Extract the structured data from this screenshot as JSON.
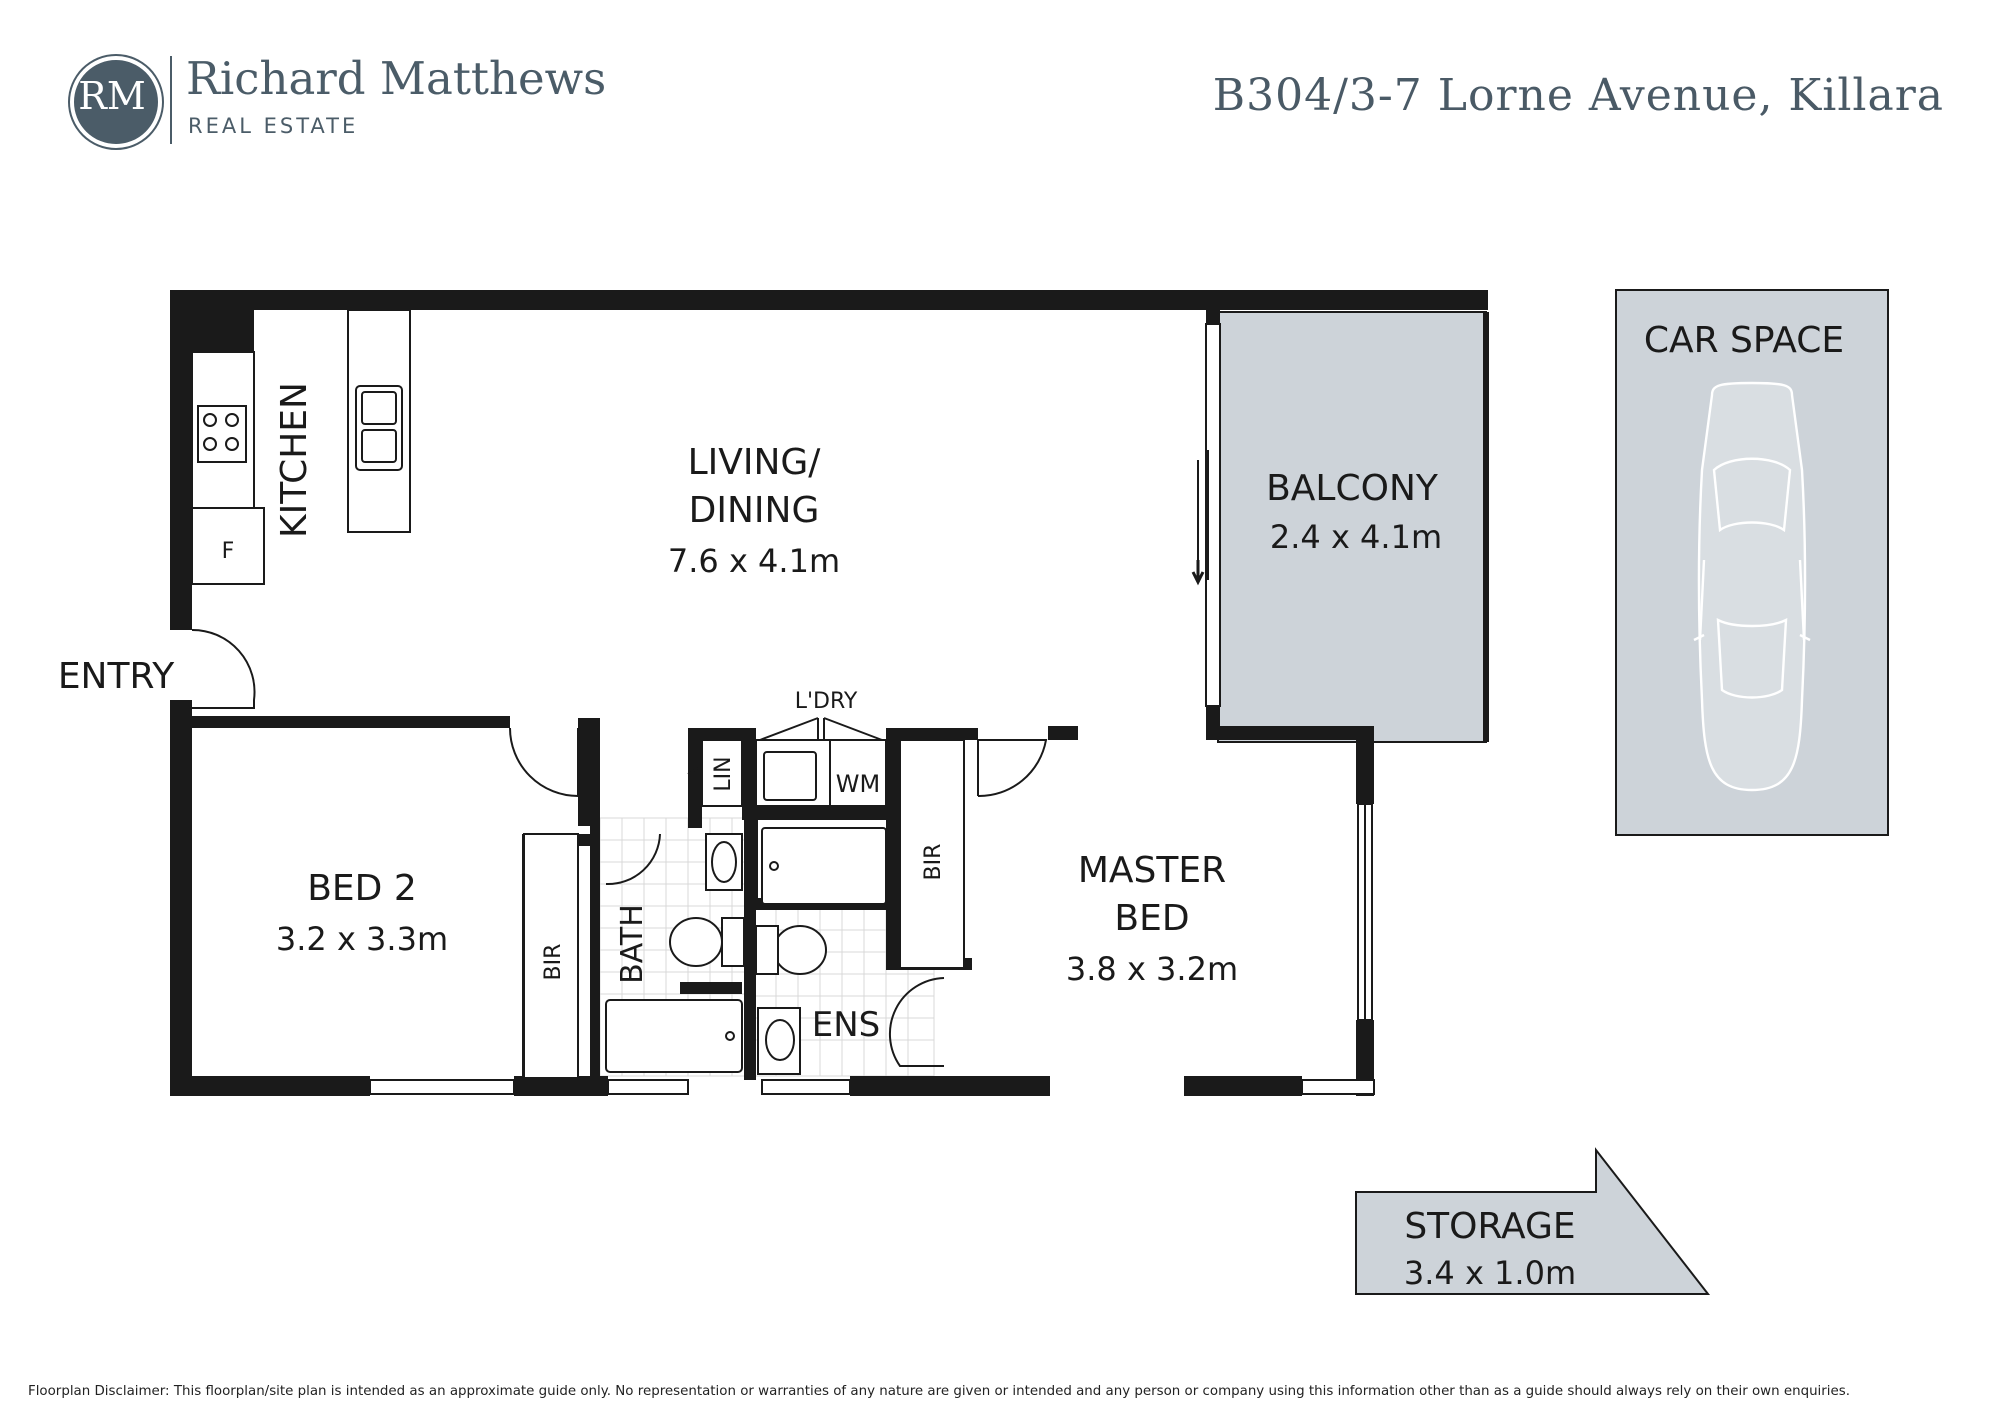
{
  "brand": {
    "monogram": "RM",
    "name": "Richard Matthews",
    "tagline": "REAL ESTATE"
  },
  "address": "B304/3-7 Lorne Avenue, Killara",
  "rooms": {
    "kitchen": {
      "label": "KITCHEN",
      "fridge": "F"
    },
    "living": {
      "label_line1": "LIVING/",
      "label_line2": "DINING",
      "size": "7.6 x 4.1m"
    },
    "balcony": {
      "label": "BALCONY",
      "size": "2.4 x 4.1m"
    },
    "entry": {
      "label": "ENTRY"
    },
    "laundry": {
      "label": "L'DRY",
      "washer": "WM",
      "linen": "LIN"
    },
    "bed2": {
      "label": "BED 2",
      "size": "3.2 x 3.3m",
      "robe": "BIR"
    },
    "bath": {
      "label": "BATH"
    },
    "ensuite": {
      "label": "ENS"
    },
    "master": {
      "label_line1": "MASTER",
      "label_line2": "BED",
      "size": "3.8 x 3.2m",
      "robe": "BIR"
    },
    "car_space": {
      "label": "CAR SPACE"
    },
    "storage": {
      "label": "STORAGE",
      "size": "3.4 x 1.0m"
    }
  },
  "colors": {
    "wall": "#1a1a1a",
    "shade": "#cdd3d9",
    "brand": "#4b5c68"
  },
  "disclaimer": "Floorplan Disclaimer: This floorplan/site plan is intended as an approximate guide only. No representation or warranties of any nature are given or intended and any person or company using this information other than as a guide should always rely on their own enquiries."
}
